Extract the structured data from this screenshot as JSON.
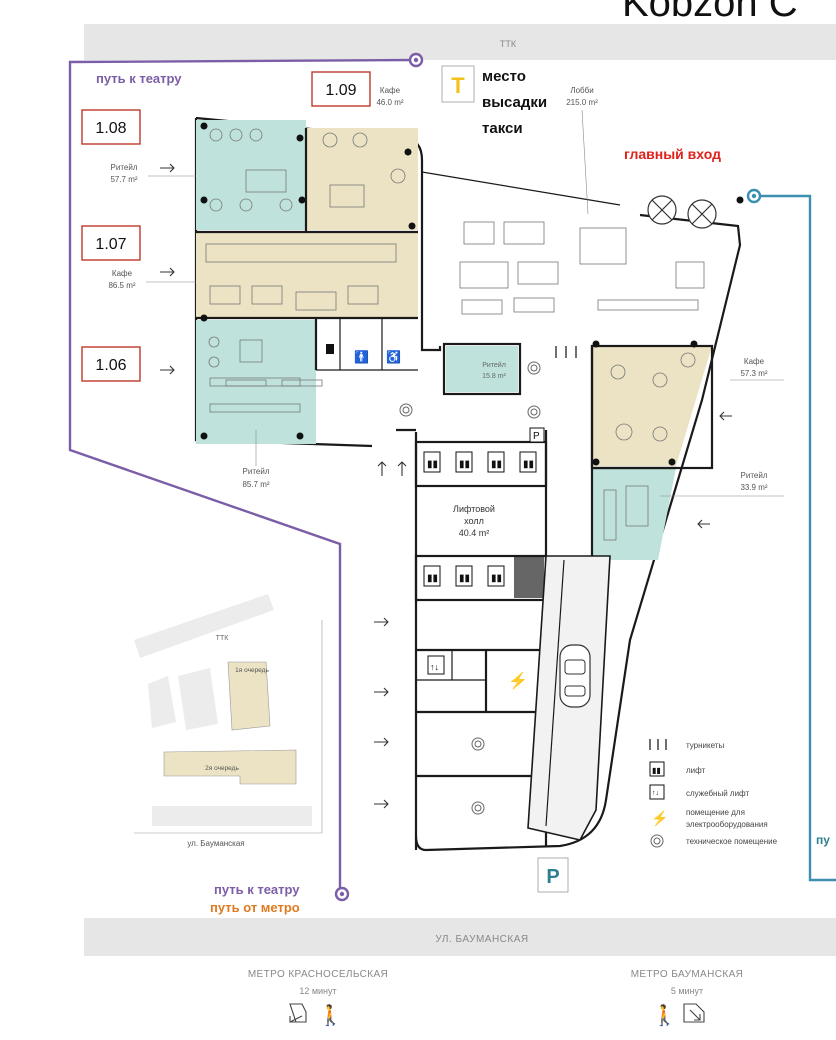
{
  "header": {
    "title_partial": "Kobzon C",
    "street_top": "ТТК",
    "street_bottom": "УЛ. БАУМАНСКАЯ"
  },
  "annotations": {
    "path_theater_top": "путь к театру",
    "path_theater_bottom": "путь к театру",
    "path_from_metro": "путь от метро",
    "main_entrance": "главный вход",
    "taxi_line1": "место",
    "taxi_line2": "высадки",
    "taxi_line3": "такси",
    "taxi_icon": "T",
    "parking_icon": "P",
    "right_cut": "пу"
  },
  "unit_boxes": [
    "1.09",
    "1.08",
    "1.07",
    "1.06"
  ],
  "rooms": {
    "cafe_top_name": "Кафе",
    "cafe_top_area": "46.0 m²",
    "lobby_name": "Лобби",
    "lobby_area": "215.0 m²",
    "retail_1_name": "Ритейл",
    "retail_1_area": "57.7 m²",
    "cafe_mid_name": "Кафе",
    "cafe_mid_area": "86.5 m²",
    "retail_2_name": "Ритейл",
    "retail_2_area": "85.7 m²",
    "retail_small_name": "Ритейл",
    "retail_small_area": "15.8 m²",
    "cafe_right_name": "Кафе",
    "cafe_right_area": "57.3 m²",
    "retail_right_name": "Ритейл",
    "retail_right_area": "33.9 m²",
    "lift_hall_line1": "Лифтовой",
    "lift_hall_line2": "холл",
    "lift_hall_area": "40.4 m²"
  },
  "minimap": {
    "ttk": "ТТК",
    "phase1": "1я очередь",
    "phase2": "2я очередь",
    "street": "ул. Бауманская"
  },
  "legend": [
    {
      "icon": "turnstile-icon",
      "label": "турникеты"
    },
    {
      "icon": "lift-icon",
      "label": "лифт"
    },
    {
      "icon": "service-lift-icon",
      "label": "служебный лифт"
    },
    {
      "icon": "lightning-icon",
      "label": "помещение для"
    },
    {
      "icon": "",
      "label": "электрооборудования"
    },
    {
      "icon": "tech-room-icon",
      "label": "техническое помещение"
    }
  ],
  "metro": {
    "left_name": "МЕТРО КРАСНОСЕЛЬСКАЯ",
    "left_time": "12 минут",
    "right_name": "МЕТРО БАУМАНСКАЯ",
    "right_time": "5 минут"
  },
  "colors": {
    "purple_path": "#7b5ea7",
    "blue_path": "#3b8fb0",
    "orange_text": "#e07a1f",
    "red_text": "#e0201b",
    "teal_room": "#bfe3dc",
    "beige_room": "#ebe3c4",
    "taxi_yellow": "#f2c21b",
    "parking_teal": "#2e7f8f"
  }
}
